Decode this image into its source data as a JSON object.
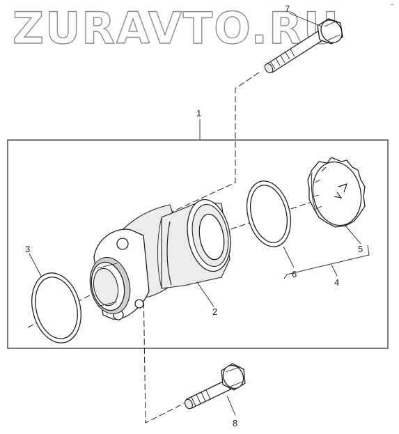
{
  "watermark": "ZURAVTO.RU",
  "corner_mark": "–",
  "callouts": {
    "c1": "1",
    "c2": "2",
    "c3": "3",
    "c4": "4",
    "c5": "5",
    "c6": "6",
    "c7": "7",
    "c8": "8"
  }
}
